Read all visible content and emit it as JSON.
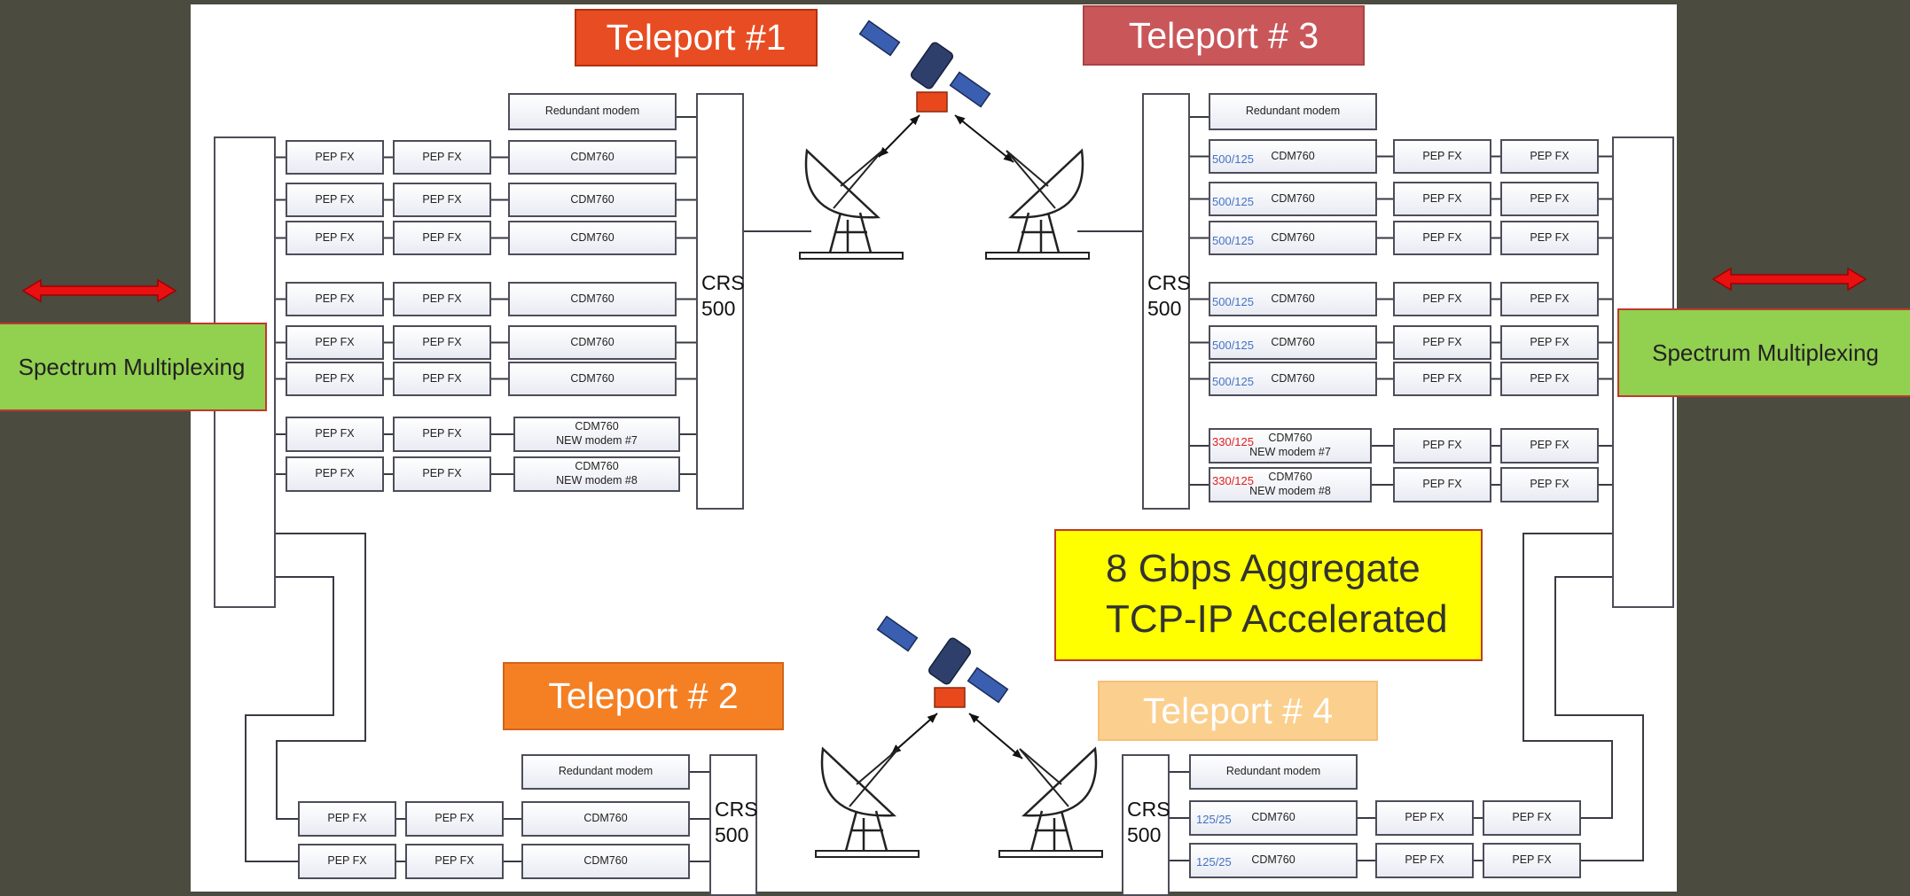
{
  "teleports": [
    {
      "label": "Teleport #1",
      "color": "#e84c22"
    },
    {
      "label": "Teleport # 2",
      "color": "#f58023"
    },
    {
      "label": "Teleport # 3",
      "color": "#c9575a"
    },
    {
      "label": "Teleport # 4",
      "color": "#fbcf8e"
    }
  ],
  "labels": {
    "redundant": "Redundant modem",
    "cdm": "CDM760",
    "pep": "PEP FX",
    "new7": "NEW modem #7",
    "new8": "NEW modem #8",
    "crs1": "CRS",
    "crs2": "500"
  },
  "rates": {
    "t3_main": "500/125",
    "t3_new": "330/125",
    "t4": "125/25"
  },
  "spectrum_multiplexing": "Spectrum Multiplexing",
  "aggregate": {
    "line1": "8 Gbps Aggregate",
    "line2": "TCP-IP Accelerated"
  },
  "colors": {
    "rate_blue": "#4472c4",
    "rate_red": "#e02020",
    "arrow_red": "#e81010",
    "mux_green": "#92d050",
    "aggregate_yellow": "#ffff00"
  }
}
